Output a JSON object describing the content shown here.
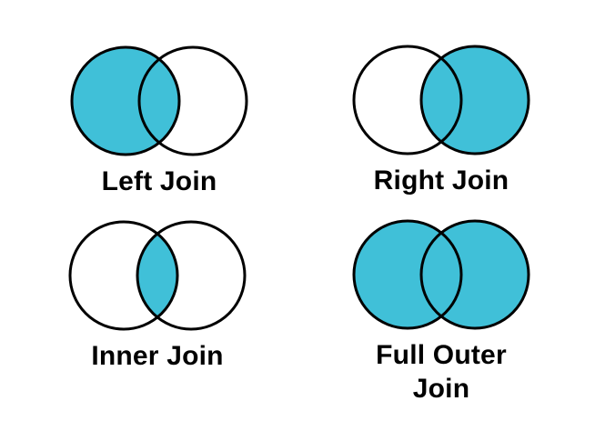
{
  "page": {
    "background": "#ffffff",
    "description": "Four Venn diagrams illustrating SQL join types"
  },
  "colors": {
    "accent_fill": "#40C0D8",
    "empty_fill": "#ffffff",
    "outline": "#000000",
    "label_color": "#000000"
  },
  "diagrams": [
    {
      "id": "left-join",
      "label": "Left Join",
      "filled": {
        "left": true,
        "right": false,
        "intersection": true
      },
      "left_fill": "#40C0D8",
      "right_fill": "#ffffff",
      "intersection_fill": "#40C0D8"
    },
    {
      "id": "right-join",
      "label": "Right Join",
      "filled": {
        "left": false,
        "right": true,
        "intersection": true
      },
      "left_fill": "#ffffff",
      "right_fill": "#40C0D8",
      "intersection_fill": "#40C0D8"
    },
    {
      "id": "inner-join",
      "label": "Inner Join",
      "filled": {
        "left": false,
        "right": false,
        "intersection": true
      },
      "left_fill": "#ffffff",
      "right_fill": "#ffffff",
      "intersection_fill": "#40C0D8"
    },
    {
      "id": "full-outer-join",
      "label": "Full Outer Join",
      "filled": {
        "left": true,
        "right": true,
        "intersection": true
      },
      "left_fill": "#40C0D8",
      "right_fill": "#40C0D8",
      "intersection_fill": "#40C0D8"
    }
  ]
}
